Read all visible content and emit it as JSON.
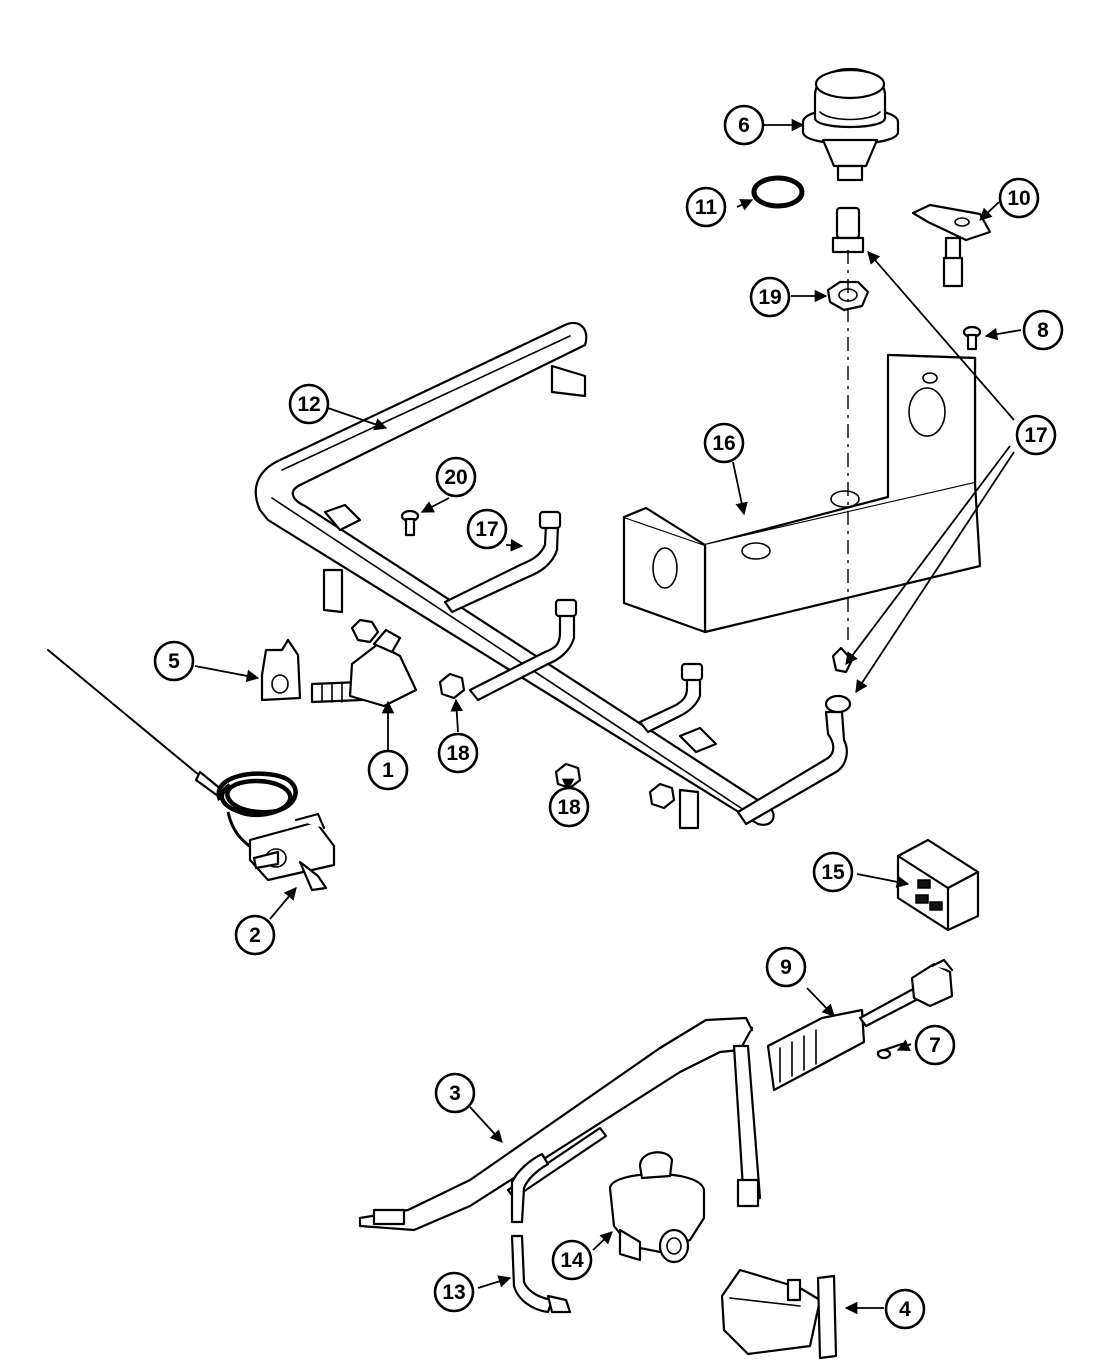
{
  "callouts": {
    "c1": "1",
    "c2": "2",
    "c3": "3",
    "c4": "4",
    "c5": "5",
    "c6": "6",
    "c7": "7",
    "c8": "8",
    "c9": "9",
    "c10": "10",
    "c11": "11",
    "c12": "12",
    "c13": "13",
    "c14": "14",
    "c15": "15",
    "c16": "16",
    "c17a": "17",
    "c17b": "17",
    "c18a": "18",
    "c18b": "18",
    "c19": "19",
    "c20": "20"
  }
}
